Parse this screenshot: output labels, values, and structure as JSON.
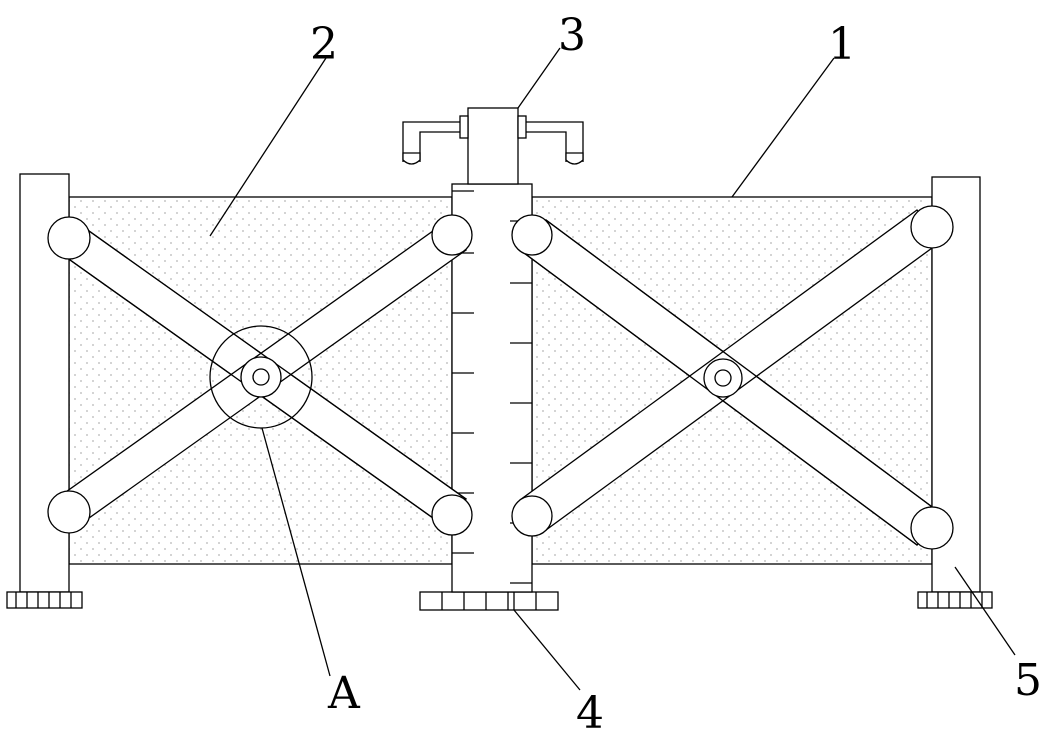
{
  "colors": {
    "stroke": "#000000",
    "fill": "#ffffff",
    "dots": "#c8c8c8"
  },
  "labels": {
    "frame_right": "1",
    "frame_left": "2",
    "handle": "3",
    "base": "4",
    "post": "5",
    "detail": "A"
  }
}
